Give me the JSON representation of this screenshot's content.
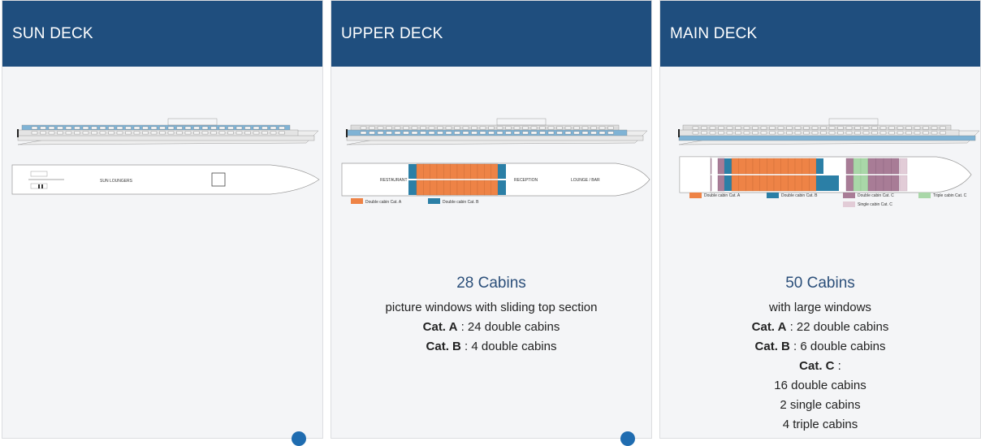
{
  "decks": [
    {
      "title": "SUN DECK",
      "plan_label": "SUN LOUNGERS"
    },
    {
      "title": "UPPER DECK",
      "rooms": [
        "RESTAURANT",
        "RECEPTION",
        "LOUNGE / BAR"
      ],
      "legend": [
        "Double cabin Cat. A",
        "Double cabin Cat. B"
      ],
      "count": "28 Cabins",
      "subtitle": "picture windows with sliding top section",
      "lines": [
        {
          "cat": "Cat. A",
          "text": " : 24 double cabins"
        },
        {
          "cat": "Cat. B",
          "text": " : 4 double cabins"
        }
      ]
    },
    {
      "title": "MAIN DECK",
      "legend": [
        "Double cabin Cat. A",
        "Double cabin Cat. B",
        "Double cabin Cat. C",
        "Triple cabin Cat. C",
        "Single cabin Cat. C"
      ],
      "count": "50 Cabins",
      "subtitle": "with large windows",
      "lines": [
        {
          "cat": "Cat. A",
          "text": " : 22 double cabins"
        },
        {
          "cat": "Cat. B",
          "text": " : 6 double cabins"
        },
        {
          "cat": "Cat. C",
          "text": " :"
        }
      ],
      "extra": [
        "16 double cabins",
        "2 single cabins",
        "4 triple cabins"
      ]
    }
  ],
  "colors": {
    "header": "#1f4e7e",
    "catA": "#ee8346",
    "catB": "#2b7fa6",
    "catC": "#a87c96",
    "triple": "#a9d7a8",
    "single": "#e2ccd7",
    "highlight": "#7fb3d5"
  }
}
